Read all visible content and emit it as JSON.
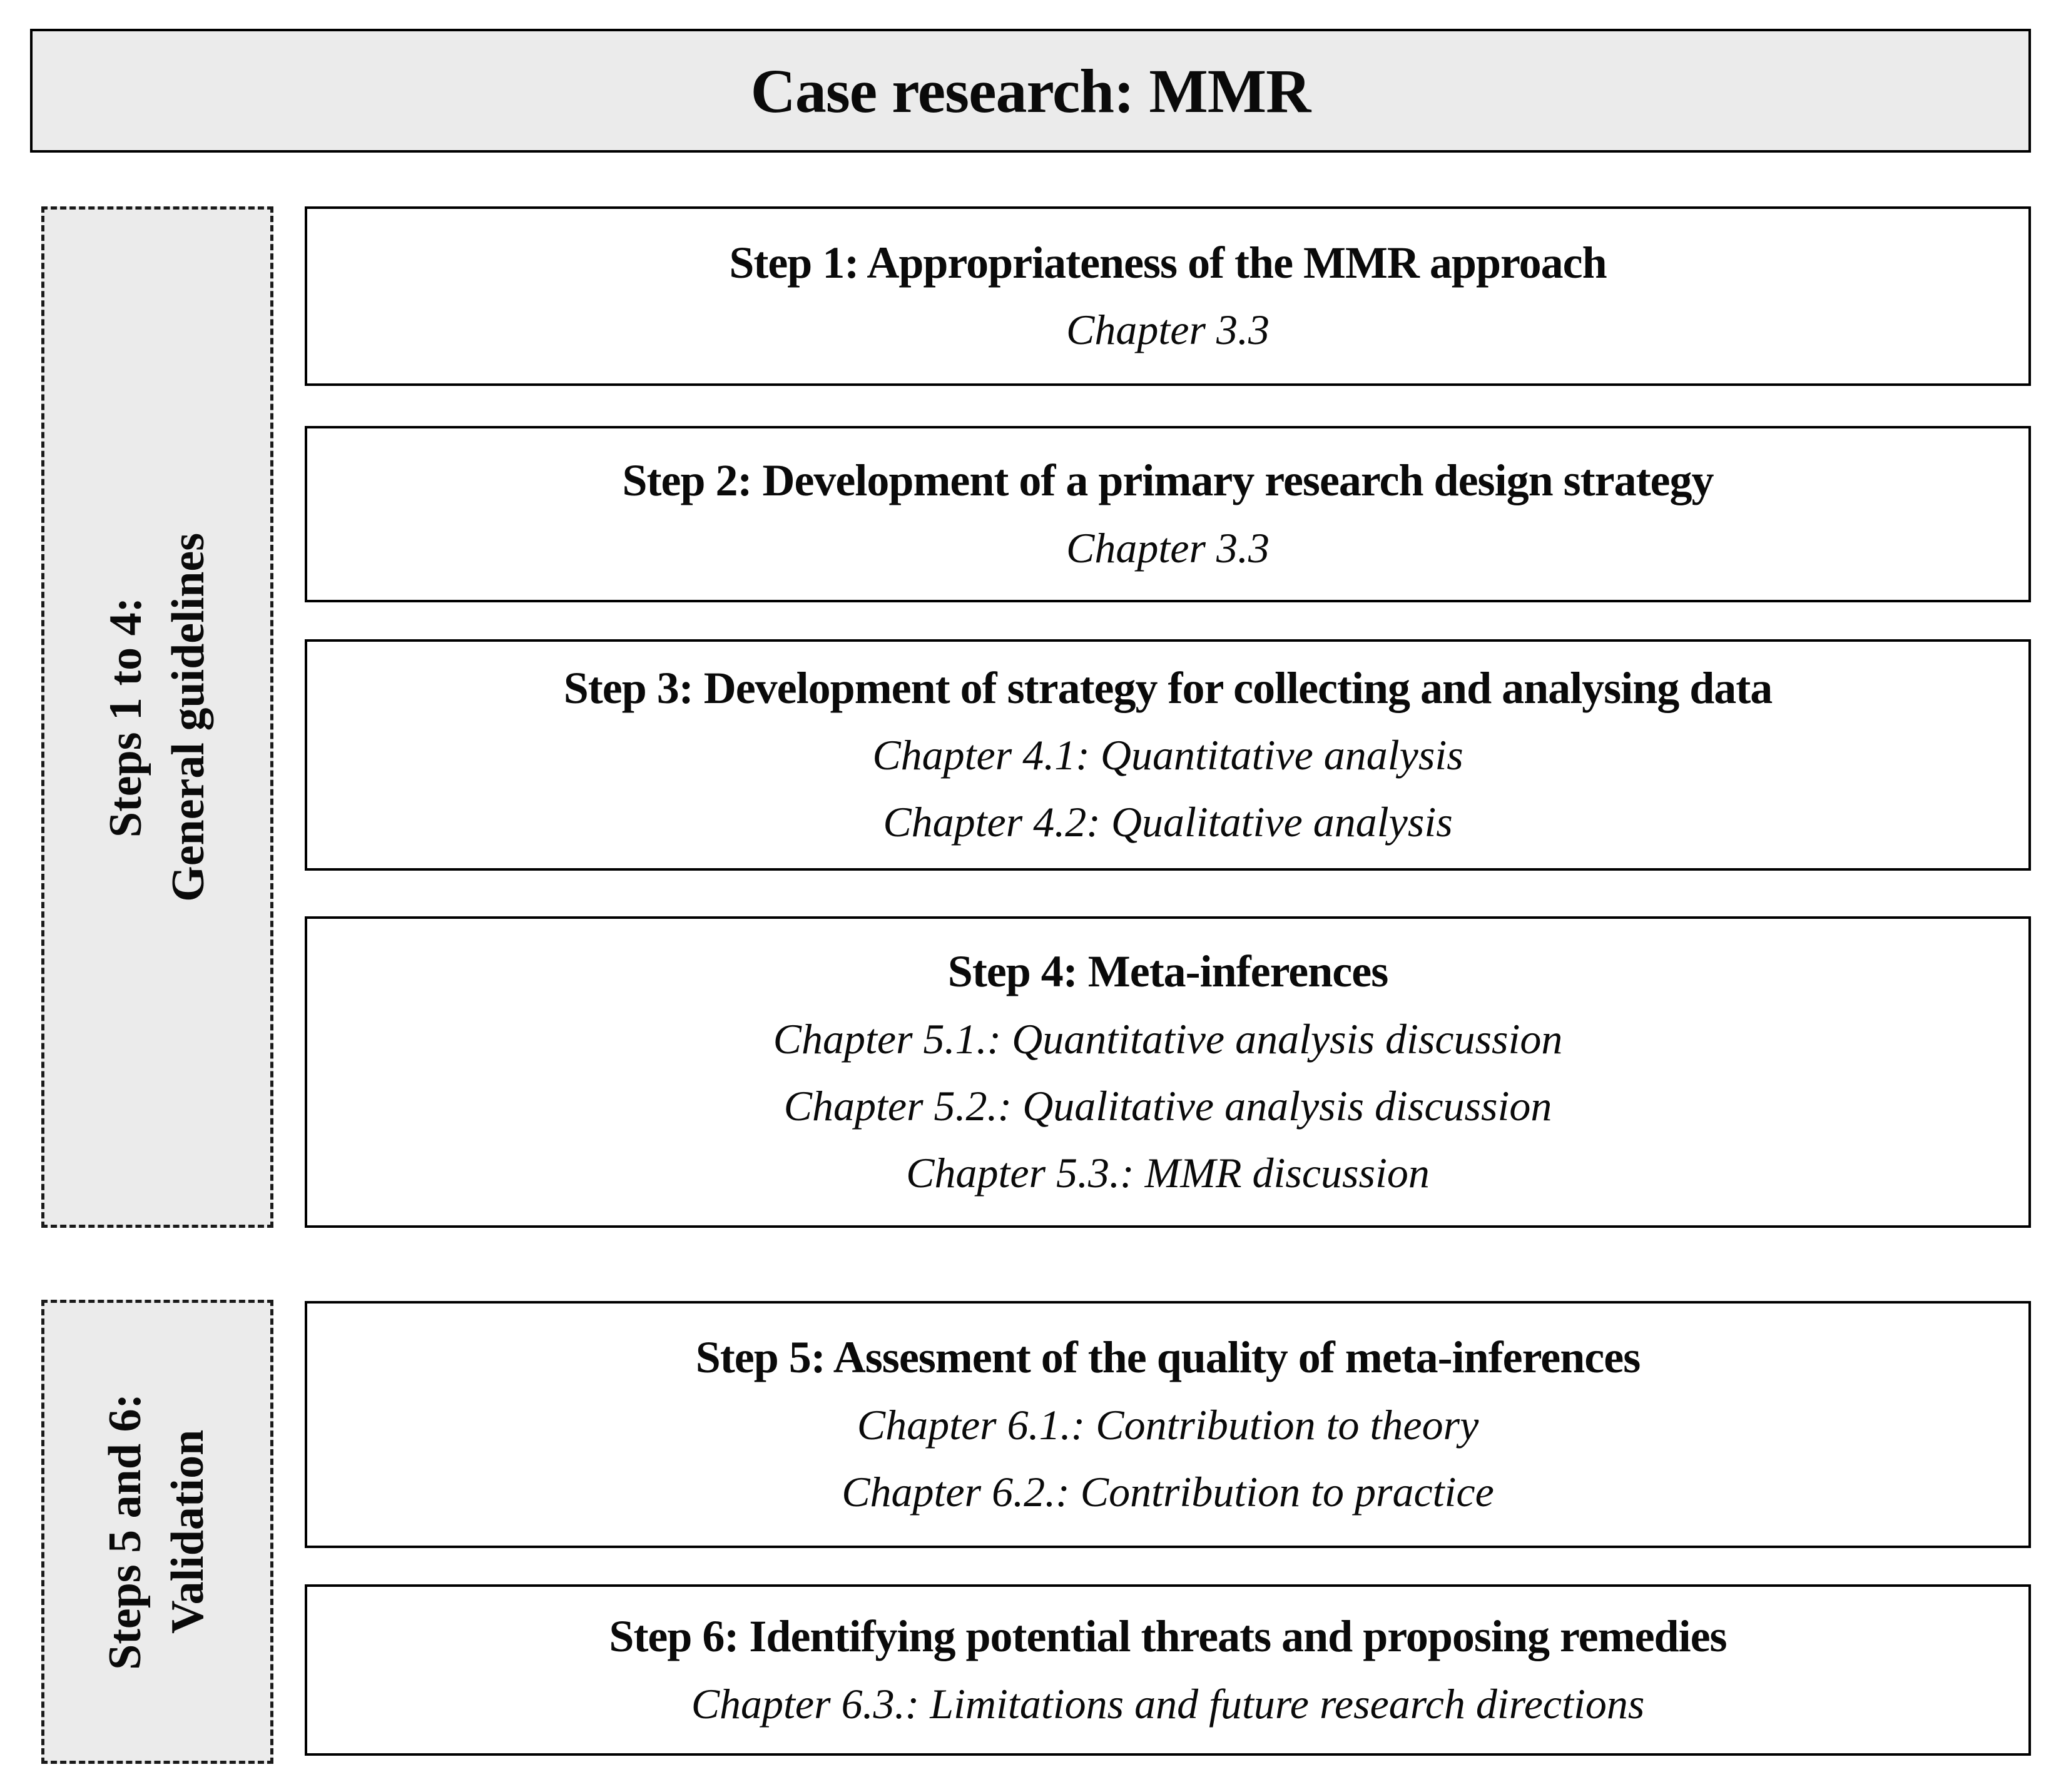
{
  "title": "Case research: MMR",
  "colors": {
    "panel_fill": "#ebebeb",
    "border": "#000000",
    "box_fill": "#ffffff",
    "text": "#0a0a0a"
  },
  "groups": [
    {
      "sidebar": {
        "line1": "Steps 1 to 4:",
        "line2": "General guidelines"
      },
      "boxes": [
        {
          "heading": "Step 1: Appropriateness of the MMR approach",
          "chapters": [
            "Chapter 3.3"
          ]
        },
        {
          "heading": "Step 2: Development of a primary research design strategy",
          "chapters": [
            "Chapter 3.3"
          ]
        },
        {
          "heading": "Step 3: Development of strategy for collecting and analysing data",
          "chapters": [
            "Chapter 4.1: Quantitative analysis",
            "Chapter 4.2: Qualitative analysis"
          ]
        },
        {
          "heading": "Step 4: Meta-inferences",
          "chapters": [
            "Chapter 5.1.: Quantitative analysis discussion",
            "Chapter 5.2.: Qualitative analysis discussion",
            "Chapter 5.3.: MMR discussion"
          ]
        }
      ]
    },
    {
      "sidebar": {
        "line1": "Steps 5 and 6:",
        "line2": "Validation"
      },
      "boxes": [
        {
          "heading": "Step 5: Assesment of the quality of meta-inferences",
          "chapters": [
            "Chapter 6.1.: Contribution to theory",
            "Chapter 6.2.: Contribution to practice"
          ]
        },
        {
          "heading": "Step 6: Identifying potential threats and proposing remedies",
          "chapters": [
            "Chapter 6.3.: Limitations and future research directions"
          ]
        }
      ]
    }
  ]
}
